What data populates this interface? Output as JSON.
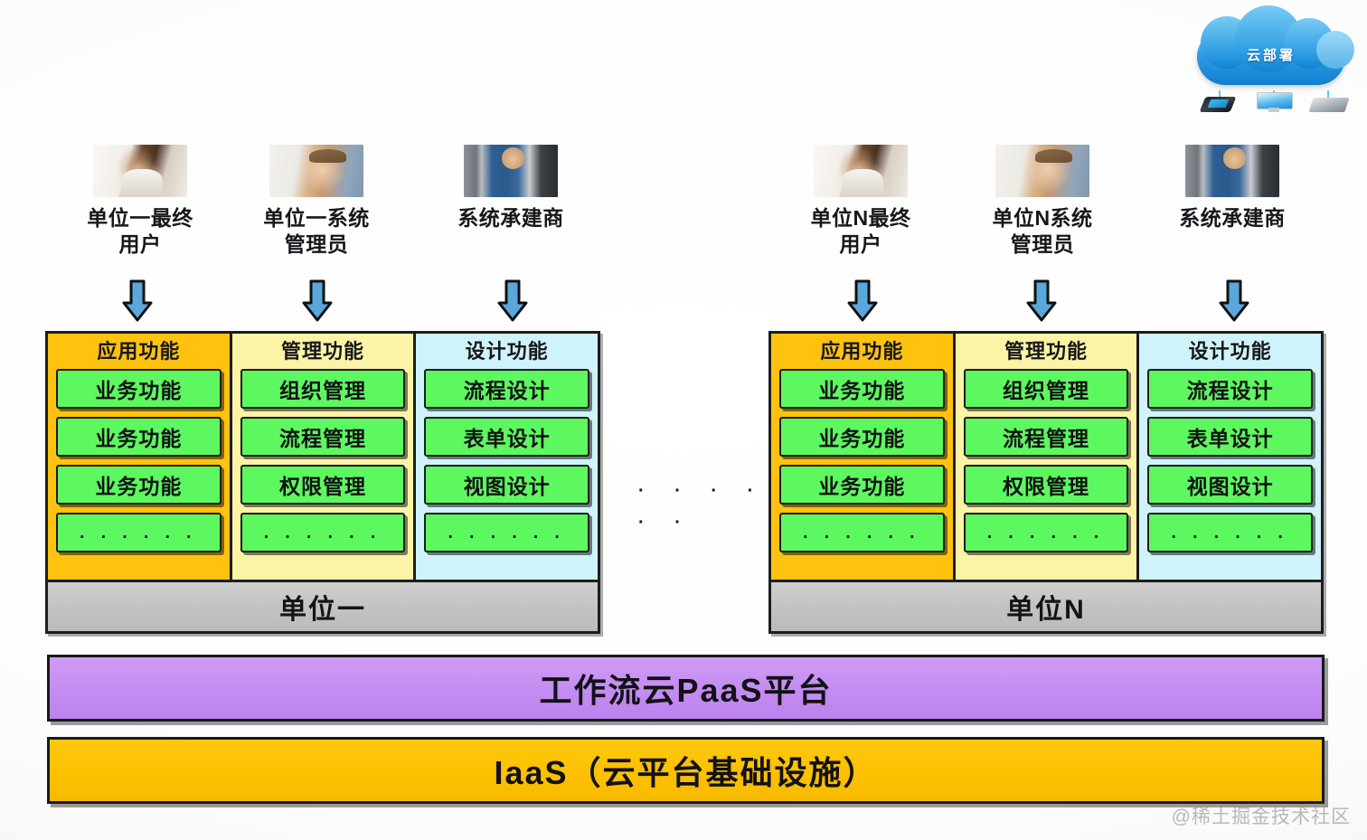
{
  "cloud": {
    "label": "云部署",
    "devices": [
      "phone-icon",
      "monitor-icon",
      "server-icon"
    ]
  },
  "actors": [
    {
      "id": "unit1-end-user",
      "label": "单位一最终\n用户",
      "photo": "photo-woman"
    },
    {
      "id": "unit1-sys-admin",
      "label": "单位一系统\n管理员",
      "photo": "photo-man"
    },
    {
      "id": "unit1-contractor",
      "label": "系统承建商",
      "photo": "photo-builder"
    },
    {
      "id": "unitN-end-user",
      "label": "单位N最终\n用户",
      "photo": "photo-woman"
    },
    {
      "id": "unitN-sys-admin",
      "label": "单位N系统\n管理员",
      "photo": "photo-man"
    },
    {
      "id": "unitN-contractor",
      "label": "系统承建商",
      "photo": "photo-builder"
    }
  ],
  "units": [
    {
      "id": "unit-1",
      "footer": "单位一",
      "columns": [
        {
          "title": "应用功能",
          "theme": "col-app",
          "items": [
            "业务功能",
            "业务功能",
            "业务功能"
          ],
          "more": "· · · · · ·"
        },
        {
          "title": "管理功能",
          "theme": "col-mgmt",
          "items": [
            "组织管理",
            "流程管理",
            "权限管理"
          ],
          "more": "· · · · · ·"
        },
        {
          "title": "设计功能",
          "theme": "col-des",
          "items": [
            "流程设计",
            "表单设计",
            "视图设计"
          ],
          "more": "· · · · · ·"
        }
      ]
    },
    {
      "id": "unit-n",
      "footer": "单位N",
      "columns": [
        {
          "title": "应用功能",
          "theme": "col-app",
          "items": [
            "业务功能",
            "业务功能",
            "业务功能"
          ],
          "more": "· · · · · ·"
        },
        {
          "title": "管理功能",
          "theme": "col-mgmt",
          "items": [
            "组织管理",
            "流程管理",
            "权限管理"
          ],
          "more": "· · · · · ·"
        },
        {
          "title": "设计功能",
          "theme": "col-des",
          "items": [
            "流程设计",
            "表单设计",
            "视图设计"
          ],
          "more": "· · · · · ·"
        }
      ]
    }
  ],
  "gap": {
    "dots_row1": "· · · ·",
    "dots_row2": "· ·"
  },
  "platform": {
    "paas_label": "工作流云PaaS平台",
    "iaas_label": "IaaS（云平台基础设施）"
  },
  "watermark": "@稀土掘金技术社区",
  "colors": {
    "app_column": "#FFC20E",
    "mgmt_column": "#FBF3A5",
    "design_column": "#CFF3FA",
    "chip_green": "#5DF760",
    "unit_footer_gray": "#C2C2C2",
    "paas_purple": "#C48CF2",
    "iaas_yellow": "#FCC000",
    "arrow_blue": "#5AA7DB",
    "outline_black": "#1D1D1D"
  }
}
